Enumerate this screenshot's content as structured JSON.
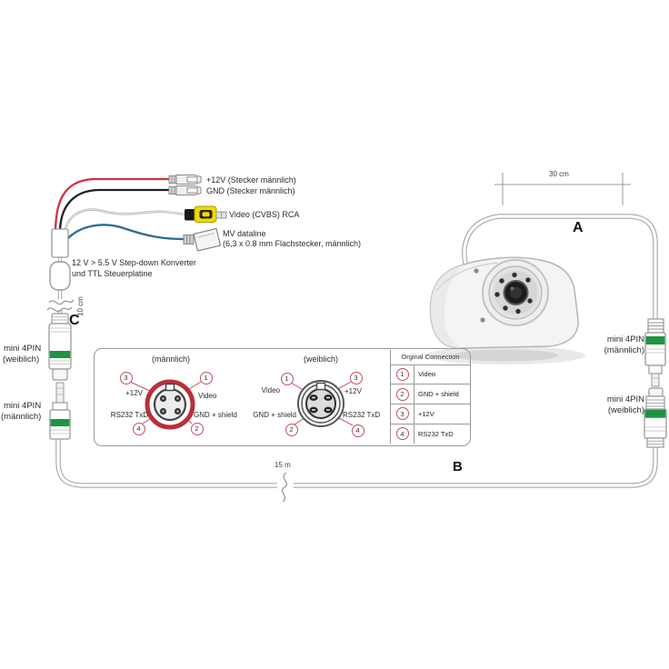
{
  "diagram": {
    "harness": {
      "plus12v_label": "+12V (Stecker männlich)",
      "gnd_label": "GND (Stecker männlich)",
      "video_label": "Video (CVBS) RCA",
      "mv_label_line1": "MV dataline",
      "mv_label_line2": "(6,3 x 0.8 mm Flachstecker, männlich)",
      "converter_label_line1": "12 V > 5.5 V Step-down Konverter",
      "converter_label_line2": "und TTL Steuerplatine"
    },
    "sections": {
      "a": "A",
      "b": "B",
      "c": "C"
    },
    "dimensions": {
      "cable_c": "10 cm",
      "cable_a": "30 cm",
      "cable_b": "15 m"
    },
    "left_connectors": {
      "upper": {
        "line1": "mini 4PIN",
        "line2": "(weiblich)"
      },
      "lower": {
        "line1": "mini 4PIN",
        "line2": "(männlich)"
      }
    },
    "right_connectors": {
      "upper": {
        "line1": "mini 4PIN",
        "line2": "(männlich)"
      },
      "lower": {
        "line1": "mini 4PIN",
        "line2": "(weiblich)"
      }
    },
    "pinout_male": {
      "title": "(männlich)",
      "pin_tl": {
        "num": "3",
        "label": "+12V"
      },
      "pin_tr": {
        "num": "1",
        "label": "Video"
      },
      "pin_bl": {
        "num": "4",
        "label": "RS232 TxD"
      },
      "pin_br": {
        "num": "2",
        "label": "GND + shield"
      }
    },
    "pinout_female": {
      "title": "(weiblich)",
      "pin_tl": {
        "num": "1",
        "label": "Video"
      },
      "pin_tr": {
        "num": "3",
        "label": "+12V"
      },
      "pin_bl": {
        "num": "2",
        "label": "GND + shield"
      },
      "pin_br": {
        "num": "4",
        "label": "RS232 TxD"
      }
    },
    "table": {
      "header": "Orginal Connection",
      "rows": [
        {
          "num": "1",
          "label": "Video"
        },
        {
          "num": "2",
          "label": "GND + shield"
        },
        {
          "num": "3",
          "label": "+12V"
        },
        {
          "num": "4",
          "label": "RS232 TxD"
        }
      ]
    },
    "colors": {
      "wire_red": "#d13239",
      "wire_black": "#222222",
      "wire_gray": "#b9b9b9",
      "wire_blue": "#2f6e8e",
      "rca_yellow": "#f2d600",
      "band_green": "#1f9440",
      "diagram_red": "#c4505a",
      "outline": "#999999"
    }
  }
}
